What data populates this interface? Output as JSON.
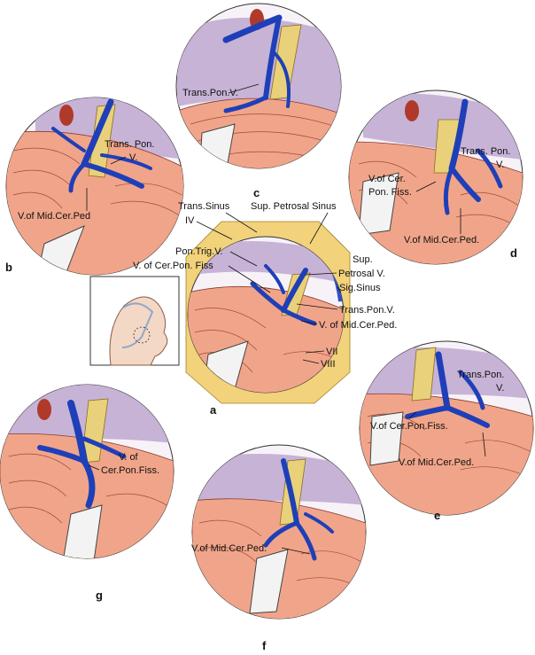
{
  "panels": {
    "a": {
      "letter": "a"
    },
    "b": {
      "letter": "b"
    },
    "c": {
      "letter": "c"
    },
    "d": {
      "letter": "d"
    },
    "e": {
      "letter": "e"
    },
    "f": {
      "letter": "f"
    },
    "g": {
      "letter": "g"
    }
  },
  "labels": {
    "c_trans_pon_v": "Trans.Pon.V.",
    "b_trans_pon": "Trans. Pon.",
    "b_v": "V.",
    "b_v_mid_cer_ped": "V.of Mid.Cer.Ped",
    "d_trans_pon": "Trans. Pon.",
    "d_v": "V.",
    "d_v_of_cer": "V.of Cer.",
    "d_pon_fiss": "Pon. Fiss.",
    "d_v_mid_cer_ped": "V.of Mid.Cer.Ped.",
    "a_trans_sinus": "Trans.Sinus",
    "a_iv": "IV",
    "a_sup_petrosal_sinus": "Sup. Petrosal Sinus",
    "a_pon_trig_v": "Pon.Trig.V.",
    "a_v_cer_pon_fiss": "V. of Cer.Pon. Fiss",
    "a_sup": "Sup.",
    "a_petrosal_v": "Petrosal V.",
    "a_sig_sinus": "Sig.Sinus",
    "a_trans_pon_v": "Trans.Pon.V.",
    "a_v_mid_cer_ped": "V. of Mid.Cer.Ped.",
    "a_vii": "VII",
    "a_viii": "VIII",
    "e_trans_pon": "Trans.Pon.",
    "e_v": "V.",
    "e_v_cer_pon_fiss": "V.of Cer.Pon.Fiss.",
    "e_v_mid_cer_ped": "V.of Mid.Cer.Ped.",
    "g_v_of": "V. of",
    "g_cer_pon_fiss": "Cer.Pon.Fiss.",
    "f_v_mid_cer_ped": "V.of Mid.Cer.Ped."
  },
  "colors": {
    "vein": "#1f3fb8",
    "cerebellum": "#f0a58a",
    "tentorium": "#c7b3d6",
    "nerve": "#e8d17a",
    "dura": "#f2d27a"
  }
}
